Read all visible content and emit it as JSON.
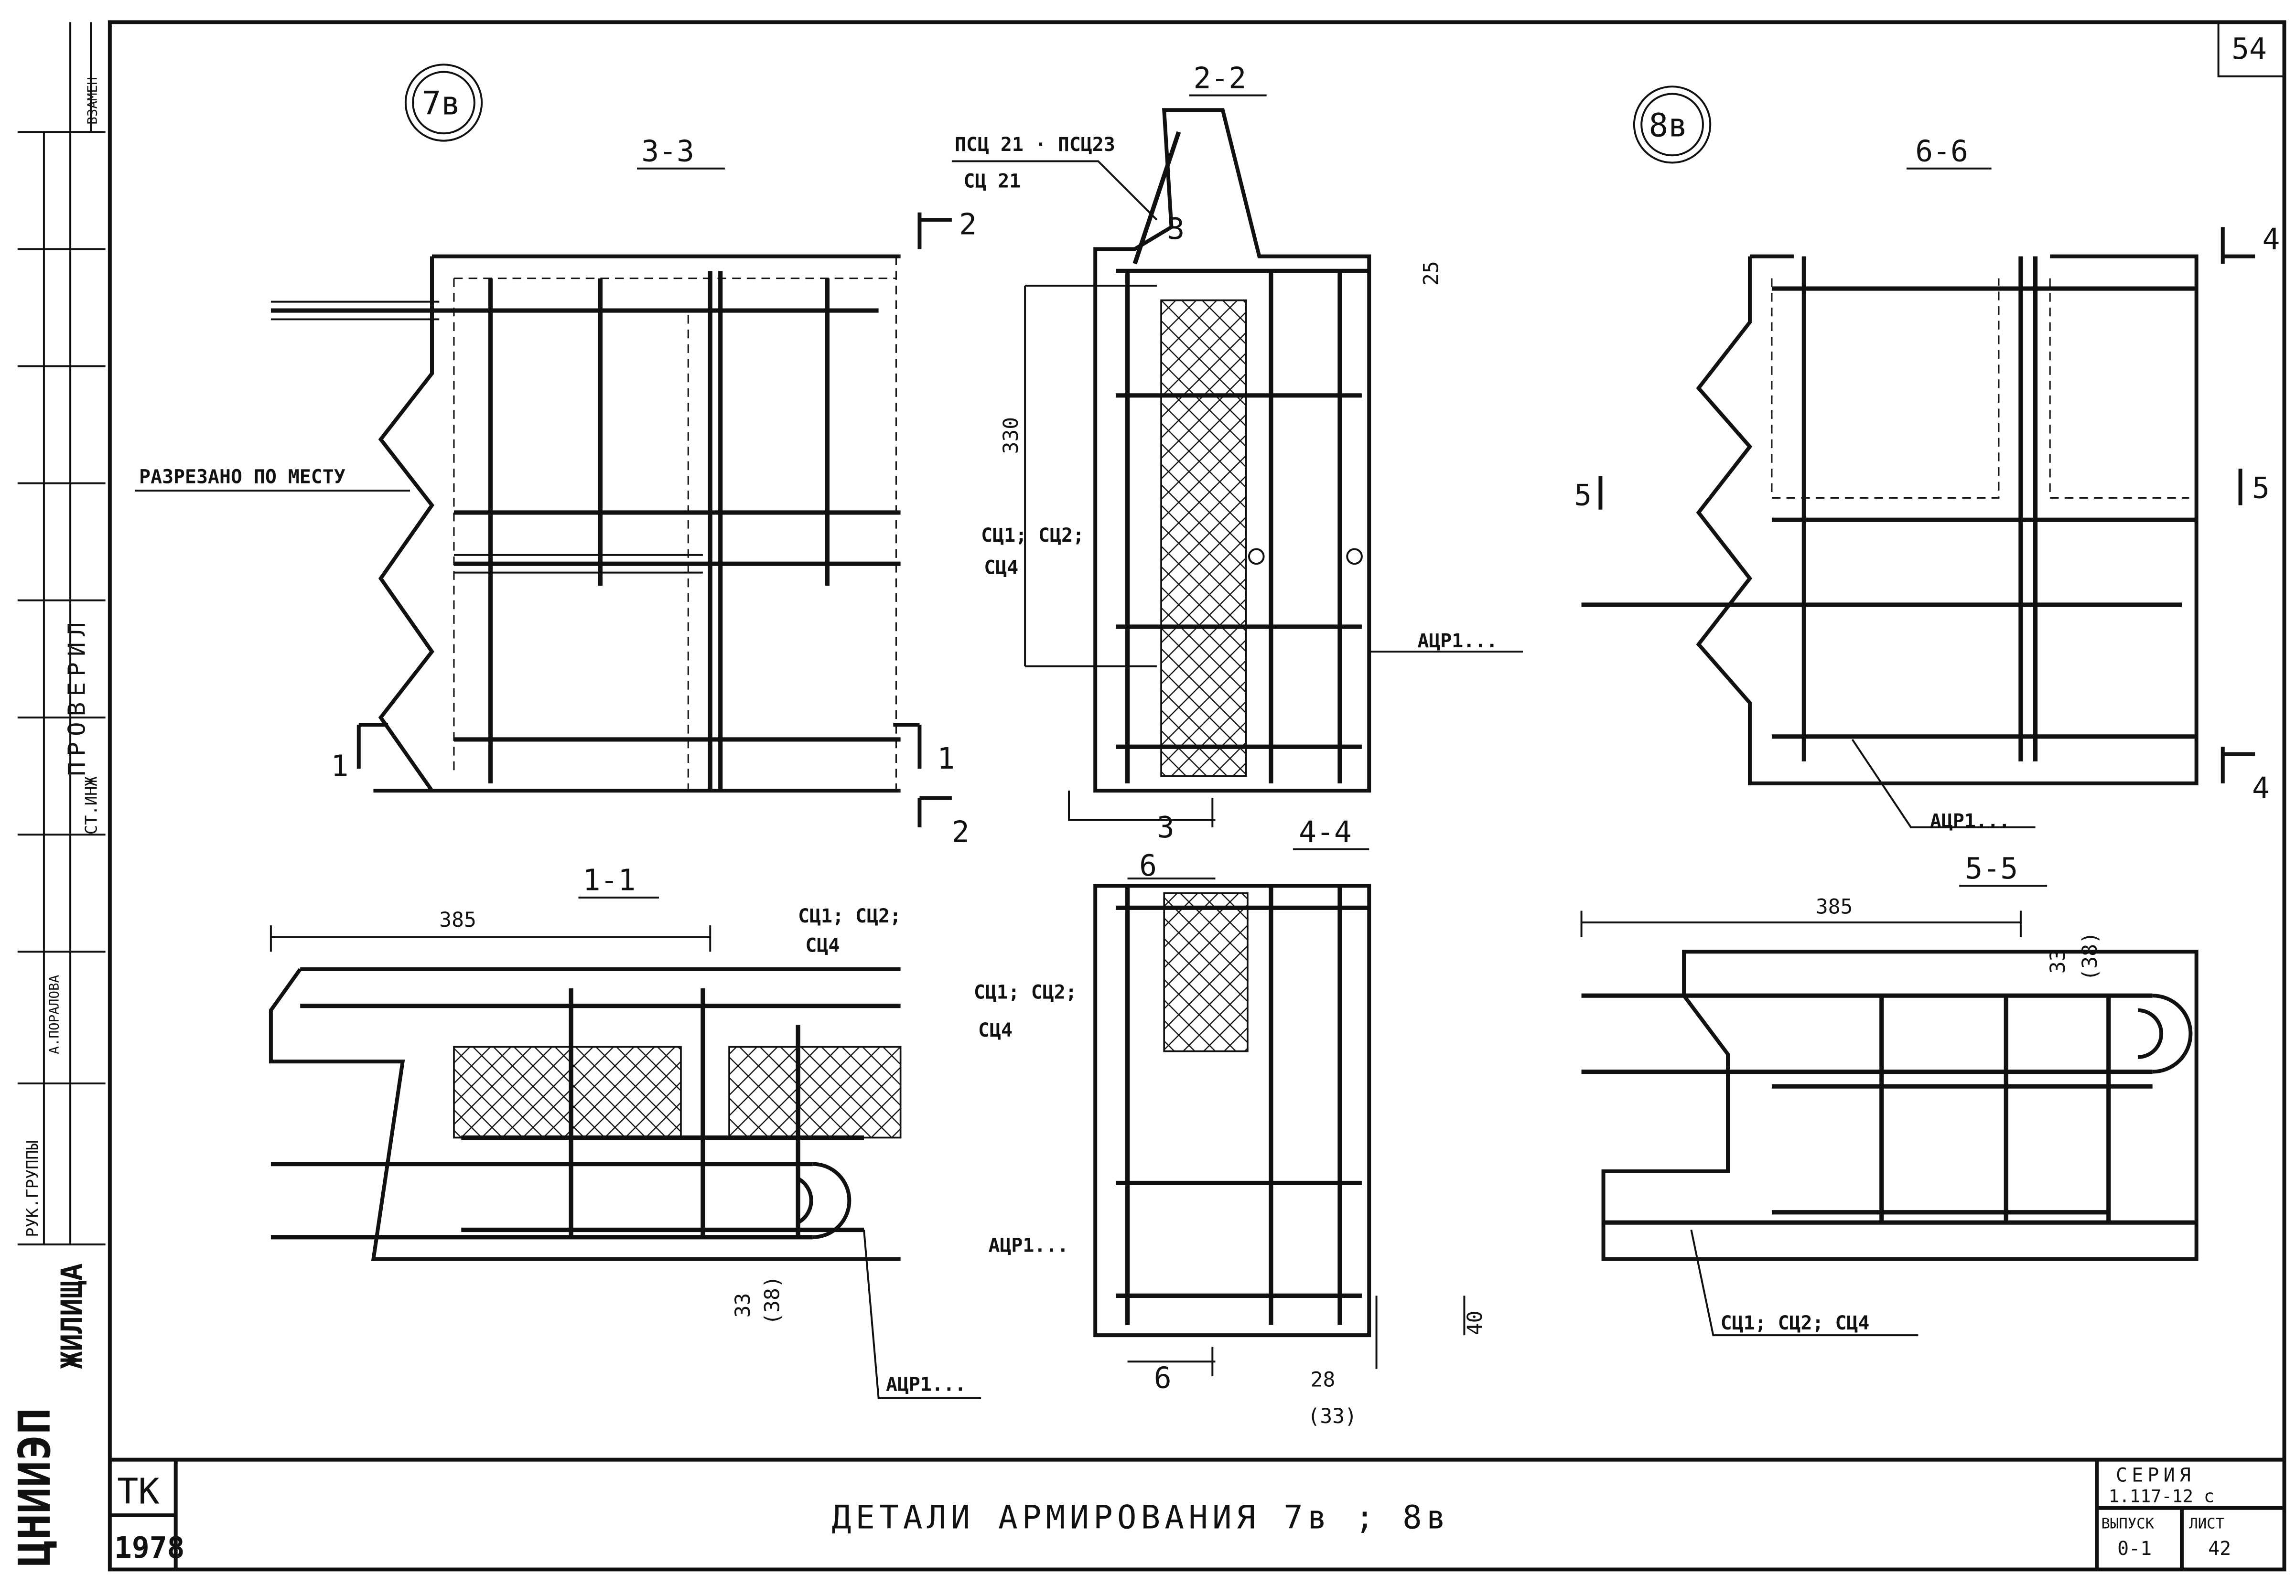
{
  "sheet_number": "54",
  "stamp": {
    "replace_label": "ВЗАМЕН",
    "checked_label": "ПРОВЕРИЛ",
    "senior_engineer_label": "СТ.ИНЖ",
    "group_head_label": "РУК.ГРУППЫ",
    "group_head_name": "А.ПОРАЛОВА",
    "org_logo": "ЦНИИЭП",
    "org_subtitle": "ЖИЛИЩА"
  },
  "title_block": {
    "code": "ТК",
    "year": "1978",
    "title": "ДЕТАЛИ АРМИРОВАНИЯ 7в ; 8в",
    "series_label": "СЕРИЯ",
    "series_value": "1.117-12 с",
    "issue_label": "ВЫПУСК",
    "issue_value": "0-1",
    "sheet_label": "ЛИСТ",
    "sheet_value": "42"
  },
  "markers": {
    "node_7": "7в",
    "node_8": "8в"
  },
  "sections": {
    "s33": "3-3",
    "s22": "2-2",
    "s66": "6-6",
    "s11": "1-1",
    "s44": "4-4",
    "s55": "5-5"
  },
  "labels": {
    "psc": "ПСЦ 21 · ПСЦ23",
    "sc21": "СЦ 21",
    "cut_in_place": "РАЗРЕЗАНО ПО МЕСТУ",
    "sc12": "СЦ1; СЦ2;",
    "sc4": "СЦ4",
    "acr": "АЦР1...",
    "sc124": "СЦ1; СЦ2; СЦ4"
  },
  "dimensions": {
    "d385": "385",
    "d330": "330",
    "d25": "25",
    "d33": "33",
    "d38": "(38)",
    "d40": "40",
    "d28": "28",
    "d33b": "(33)"
  },
  "cut_marks": {
    "c1": "1",
    "c2": "2",
    "c3": "3",
    "c4": "4",
    "c5": "5",
    "c6": "6"
  }
}
